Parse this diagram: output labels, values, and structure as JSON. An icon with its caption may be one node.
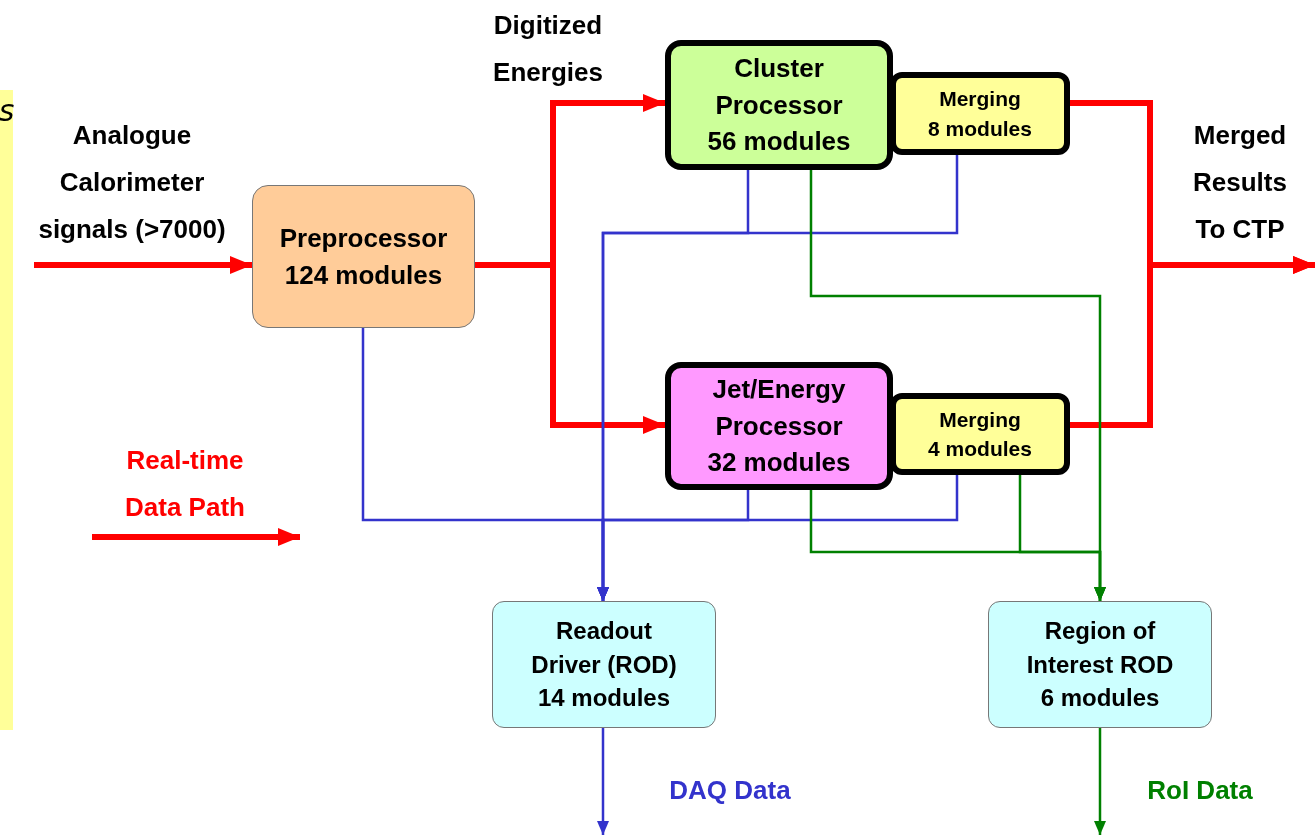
{
  "diagram": {
    "nodes": [
      {
        "text": [
          "s"
        ]
      },
      {
        "text": [
          "Preprocessor",
          "124 modules"
        ]
      },
      {
        "text": [
          "Cluster Processor",
          "56 modules"
        ]
      },
      {
        "text": [
          "Merging",
          "8 modules"
        ]
      },
      {
        "text": [
          "Jet/Energy Processor",
          "32 modules"
        ]
      },
      {
        "text": [
          "Merging",
          "4 modules"
        ]
      },
      {
        "text": [
          "Readout Driver (ROD)",
          "14 modules"
        ]
      },
      {
        "text": [
          "Region of Interest ROD",
          "6 modules"
        ]
      }
    ],
    "edges": [
      {
        "from": null,
        "to": 1,
        "arrow": "to",
        "style": "thick",
        "color": "#ff0000"
      },
      {
        "from": 1,
        "to": 2,
        "arrow": "to",
        "style": "thick",
        "color": "#ff0000"
      },
      {
        "from": 1,
        "to": 4,
        "arrow": "to",
        "style": "thick",
        "color": "#ff0000"
      },
      {
        "from": 3,
        "to": null,
        "arrow": "to",
        "style": "thick",
        "color": "#ff0000"
      },
      {
        "from": 5,
        "to": null,
        "arrow": "to",
        "style": "thick",
        "color": "#ff0000"
      },
      {
        "from": 2,
        "to": 6,
        "arrow": "to",
        "color": "#3333cc"
      },
      {
        "from": 3,
        "to": 6,
        "arrow": "to",
        "color": "#3333cc"
      },
      {
        "from": 1,
        "to": 6,
        "arrow": "to",
        "color": "#3333cc"
      },
      {
        "from": 4,
        "to": 6,
        "arrow": "to",
        "color": "#3333cc"
      },
      {
        "from": 5,
        "to": 6,
        "arrow": "to",
        "color": "#3333cc"
      },
      {
        "from": 2,
        "to": 7,
        "arrow": "to",
        "color": "#008000"
      },
      {
        "from": 4,
        "to": 7,
        "arrow": "to",
        "color": "#008000"
      },
      {
        "from": 5,
        "to": 7,
        "arrow": "to",
        "color": "#008000"
      },
      {
        "from": 6,
        "to": null,
        "arrow": "to",
        "color": "#3333cc"
      },
      {
        "from": 7,
        "to": null,
        "arrow": "to",
        "color": "#008000"
      }
    ],
    "labels": [
      "Digitized Energies",
      "Analogue Calorimeter signals (>7000)",
      "Merged Results To CTP",
      "DAQ Data",
      "RoI Data"
    ],
    "legend": [
      {
        "text": "Real-time Data Path"
      }
    ]
  }
}
